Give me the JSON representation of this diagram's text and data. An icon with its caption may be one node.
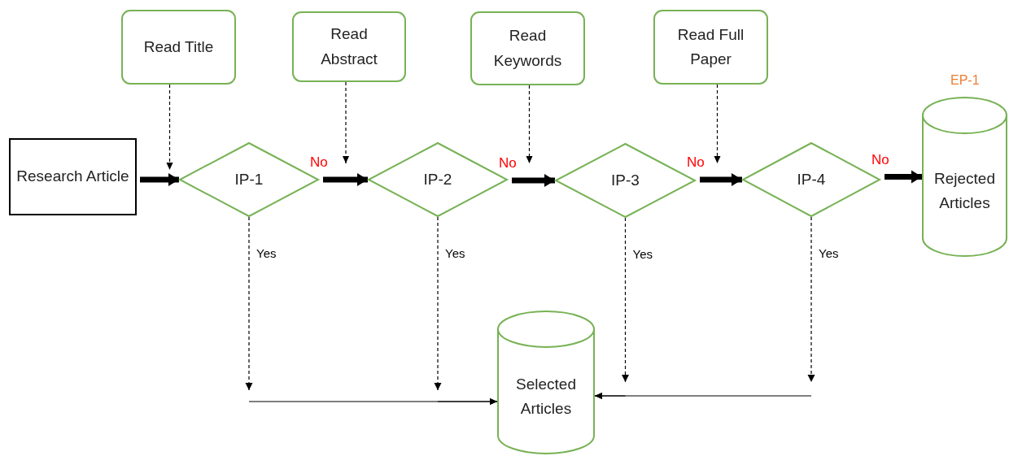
{
  "diagram": {
    "nodes": [
      {
        "text": [
          "Read Title"
        ]
      },
      {
        "text": [
          "Read Abstract"
        ]
      },
      {
        "text": [
          "Read Keywords"
        ]
      },
      {
        "text": [
          "Read Full Paper"
        ]
      },
      {
        "text": [
          "Research Article"
        ]
      },
      {
        "text": [
          "IP-1"
        ]
      },
      {
        "text": [
          "IP-2"
        ]
      },
      {
        "text": [
          "IP-3"
        ]
      },
      {
        "text": [
          "IP-4"
        ]
      },
      {
        "text": [
          "Rejected Articles"
        ],
        "beside": [
          "EP-1"
        ]
      },
      {
        "text": [
          "Selected Articles"
        ]
      }
    ],
    "edges": [
      {
        "from": 4,
        "to": 5,
        "arrow": "to",
        "style": "thick"
      },
      {
        "from": 0,
        "to": 5,
        "arrow": "to",
        "style": "dashed"
      },
      {
        "from": 5,
        "to": 6,
        "arrow": "to",
        "label": "No",
        "style": "thick"
      },
      {
        "from": 1,
        "to": null,
        "arrow": "to",
        "style": "dashed"
      },
      {
        "from": 6,
        "to": 7,
        "arrow": "to",
        "label": "No",
        "style": "thick"
      },
      {
        "from": 2,
        "to": null,
        "arrow": "to",
        "style": "dashed"
      },
      {
        "from": 7,
        "to": 8,
        "arrow": "to",
        "label": "No",
        "style": "thick"
      },
      {
        "from": 3,
        "to": null,
        "arrow": "to",
        "style": "dashed"
      },
      {
        "from": 8,
        "to": 9,
        "arrow": "to",
        "label": "No",
        "style": "thick"
      },
      {
        "from": 5,
        "to": 10,
        "arrow": "to",
        "label": "Yes",
        "style": "dashed"
      },
      {
        "from": 6,
        "to": 10,
        "arrow": "to",
        "label": "Yes",
        "style": "dashed"
      },
      {
        "from": 7,
        "to": 10,
        "arrow": "to",
        "label": "Yes",
        "style": "dashed"
      },
      {
        "from": 8,
        "to": 10,
        "arrow": "to",
        "label": "Yes",
        "style": "dashed"
      }
    ]
  }
}
